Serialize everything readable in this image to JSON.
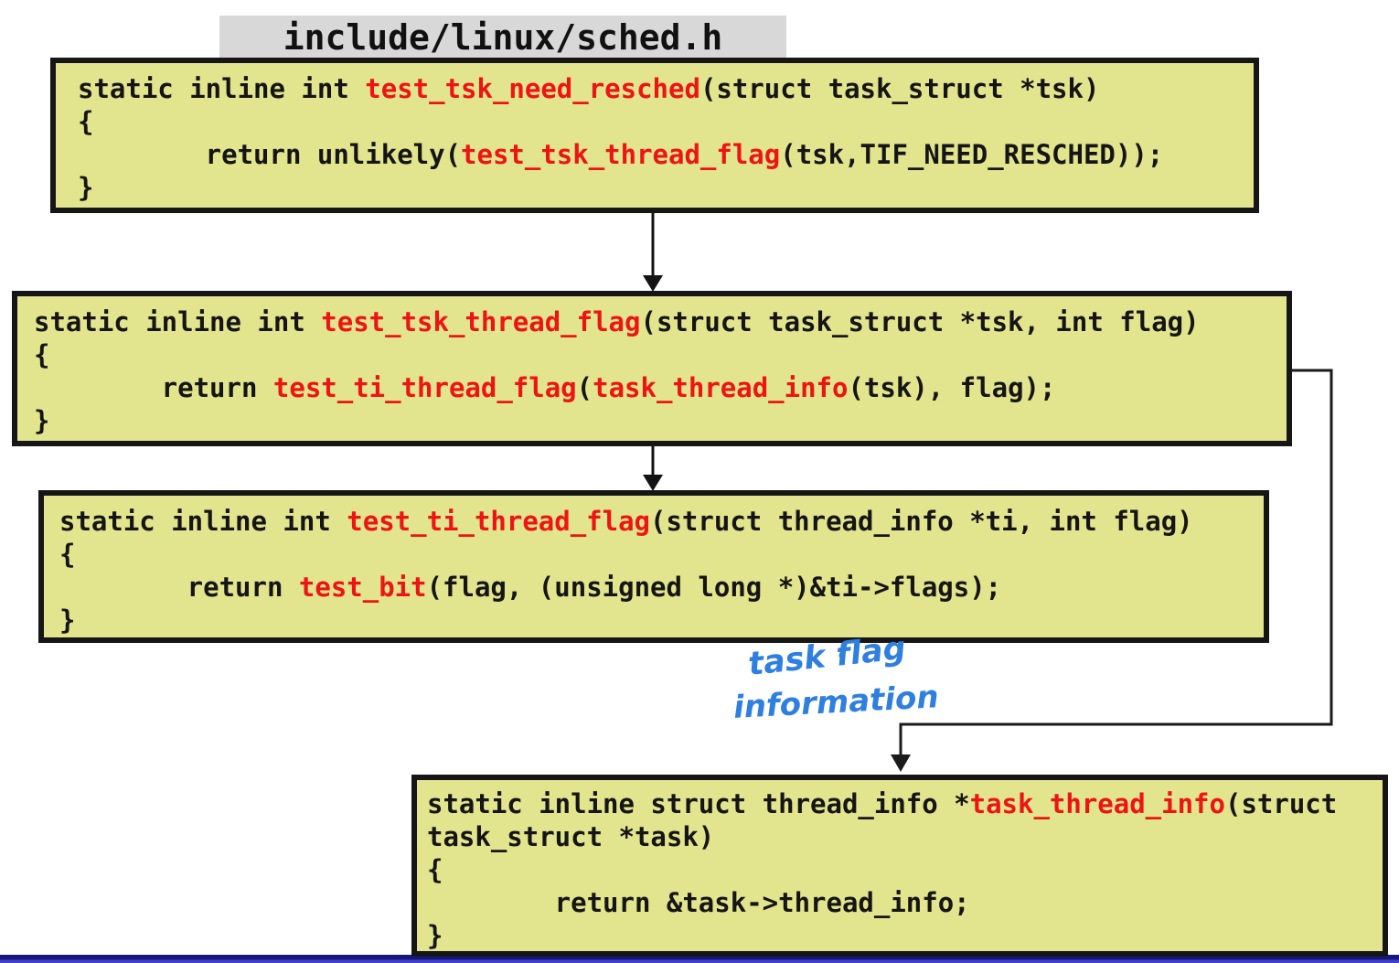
{
  "title": "include/linux/sched.h",
  "colors": {
    "box_fill": "#e2e58d",
    "box_border": "#161616",
    "red": "#ee1414",
    "code_black": "#151515",
    "title_bg": "#d8d8d8",
    "annotation_blue": "#2e7fe0",
    "footer_navy": "#16167f",
    "footer_light": "#4141c8"
  },
  "boxes": [
    {
      "name": "test_tsk_need_resched",
      "lines": [
        [
          {
            "t": "static inline int ",
            "c": "k"
          },
          {
            "t": "test_tsk_need_resched",
            "c": "r"
          },
          {
            "t": "(struct task_struct *tsk)",
            "c": "k"
          }
        ],
        [
          {
            "t": "{",
            "c": "k"
          }
        ],
        [
          {
            "t": "        return unlikely(",
            "c": "k"
          },
          {
            "t": "test_tsk_thread_flag",
            "c": "r"
          },
          {
            "t": "(tsk,TIF_NEED_RESCHED));",
            "c": "k"
          }
        ],
        [
          {
            "t": "}",
            "c": "k"
          }
        ]
      ]
    },
    {
      "name": "test_tsk_thread_flag",
      "lines": [
        [
          {
            "t": "static inline int ",
            "c": "k"
          },
          {
            "t": "test_tsk_thread_flag",
            "c": "r"
          },
          {
            "t": "(struct task_struct *tsk, int flag)",
            "c": "k"
          }
        ],
        [
          {
            "t": "{",
            "c": "k"
          }
        ],
        [
          {
            "t": "        return ",
            "c": "k"
          },
          {
            "t": "test_ti_thread_flag",
            "c": "r"
          },
          {
            "t": "(",
            "c": "k"
          },
          {
            "t": "task_thread_info",
            "c": "r"
          },
          {
            "t": "(tsk), flag);",
            "c": "k"
          }
        ],
        [
          {
            "t": "}",
            "c": "k"
          }
        ]
      ]
    },
    {
      "name": "test_ti_thread_flag",
      "lines": [
        [
          {
            "t": "static inline int ",
            "c": "k"
          },
          {
            "t": "test_ti_thread_flag",
            "c": "r"
          },
          {
            "t": "(struct thread_info *ti, int flag)",
            "c": "k"
          }
        ],
        [
          {
            "t": "{",
            "c": "k"
          }
        ],
        [
          {
            "t": "        return ",
            "c": "k"
          },
          {
            "t": "test_bit",
            "c": "r"
          },
          {
            "t": "(flag, (unsigned long *)&ti->flags);",
            "c": "k"
          }
        ],
        [
          {
            "t": "}",
            "c": "k"
          }
        ]
      ]
    },
    {
      "name": "task_thread_info",
      "lines": [
        [
          {
            "t": "static inline struct thread_info *",
            "c": "k"
          },
          {
            "t": "task_thread_info",
            "c": "r"
          },
          {
            "t": "(struct",
            "c": "k"
          }
        ],
        [
          {
            "t": "task_struct *task)",
            "c": "k"
          }
        ],
        [
          {
            "t": "{",
            "c": "k"
          }
        ],
        [
          {
            "t": "        return &task->thread_info;",
            "c": "k"
          }
        ],
        [
          {
            "t": "}",
            "c": "k"
          }
        ]
      ]
    }
  ],
  "annotation": {
    "line1": "task flag",
    "line2": "information"
  }
}
